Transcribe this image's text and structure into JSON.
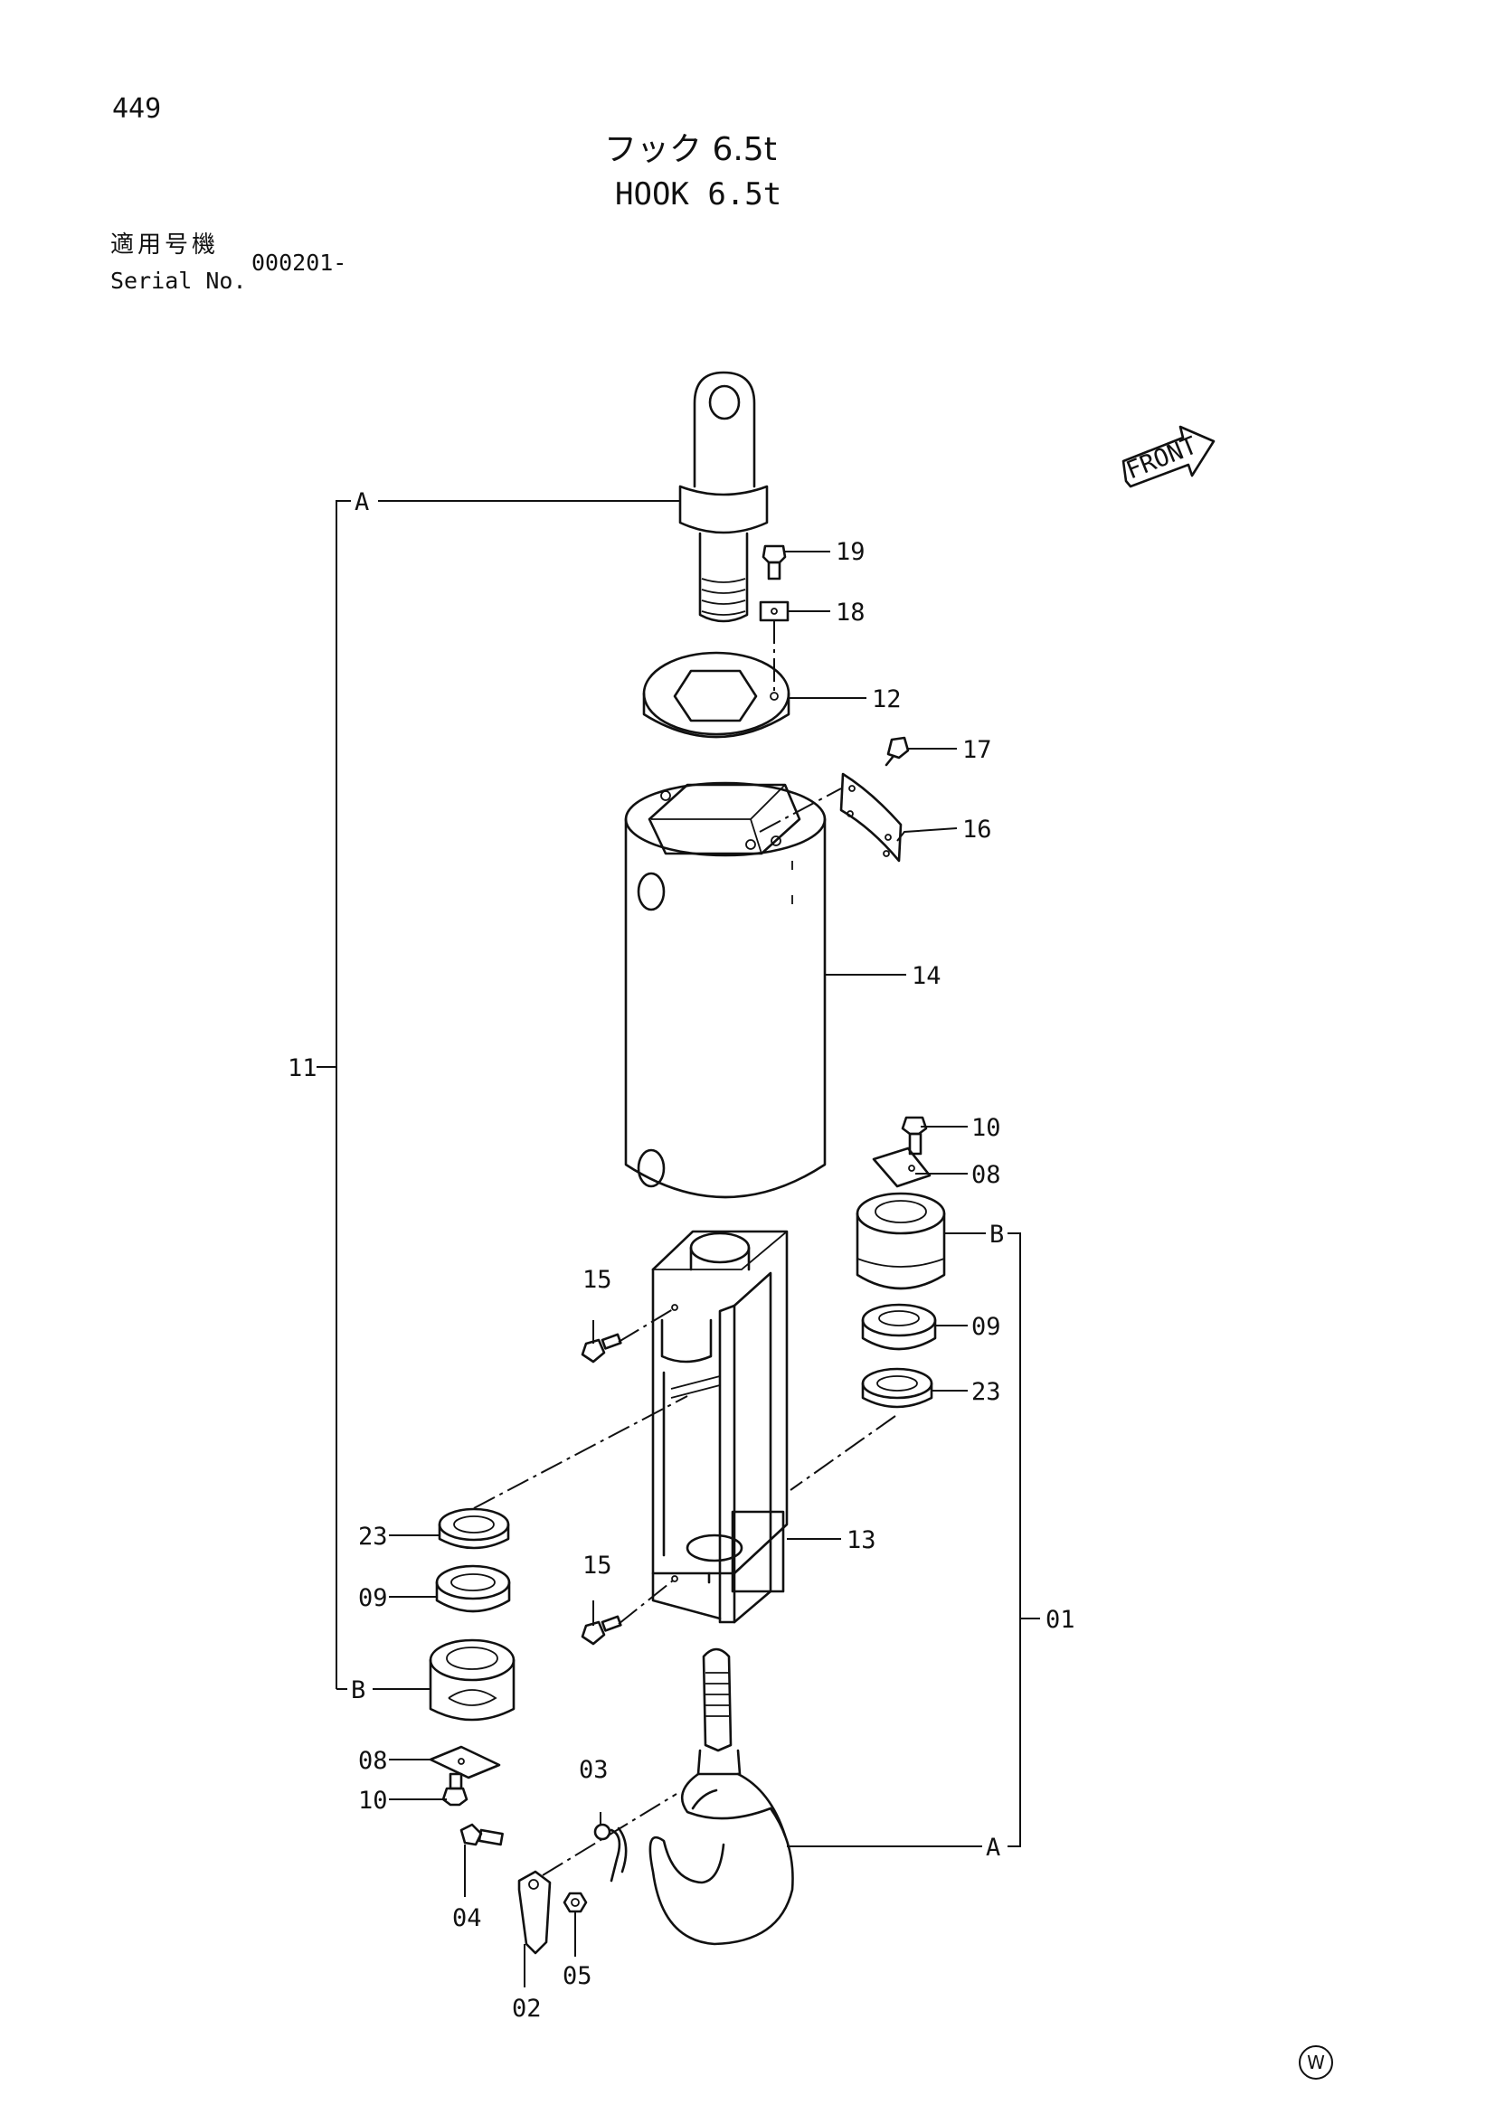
{
  "header": {
    "page_number": "449",
    "title_jp": "フック 6.5t",
    "title_en": "HOOK 6.5t",
    "serial_label_jp": "適用号機",
    "serial_label_en": "Serial No.",
    "serial_value": "000201-"
  },
  "front_label": "FRONT",
  "callouts": {
    "c01": "01",
    "c02": "02",
    "c03": "03",
    "c04": "04",
    "c05": "05",
    "c08_top": "08",
    "c08_bottom": "08",
    "c09_top": "09",
    "c09_bottom": "09",
    "c10_top": "10",
    "c10_bottom": "10",
    "c11": "11",
    "c12": "12",
    "c13": "13",
    "c14": "14",
    "c15_top": "15",
    "c15_bottom": "15",
    "c16": "16",
    "c17": "17",
    "c18": "18",
    "c19": "19",
    "c23_top": "23",
    "c23_bottom": "23"
  },
  "refs": {
    "a_top": "A",
    "a_bottom": "A",
    "b_left": "B",
    "b_right": "B"
  },
  "footer_mark": "W"
}
